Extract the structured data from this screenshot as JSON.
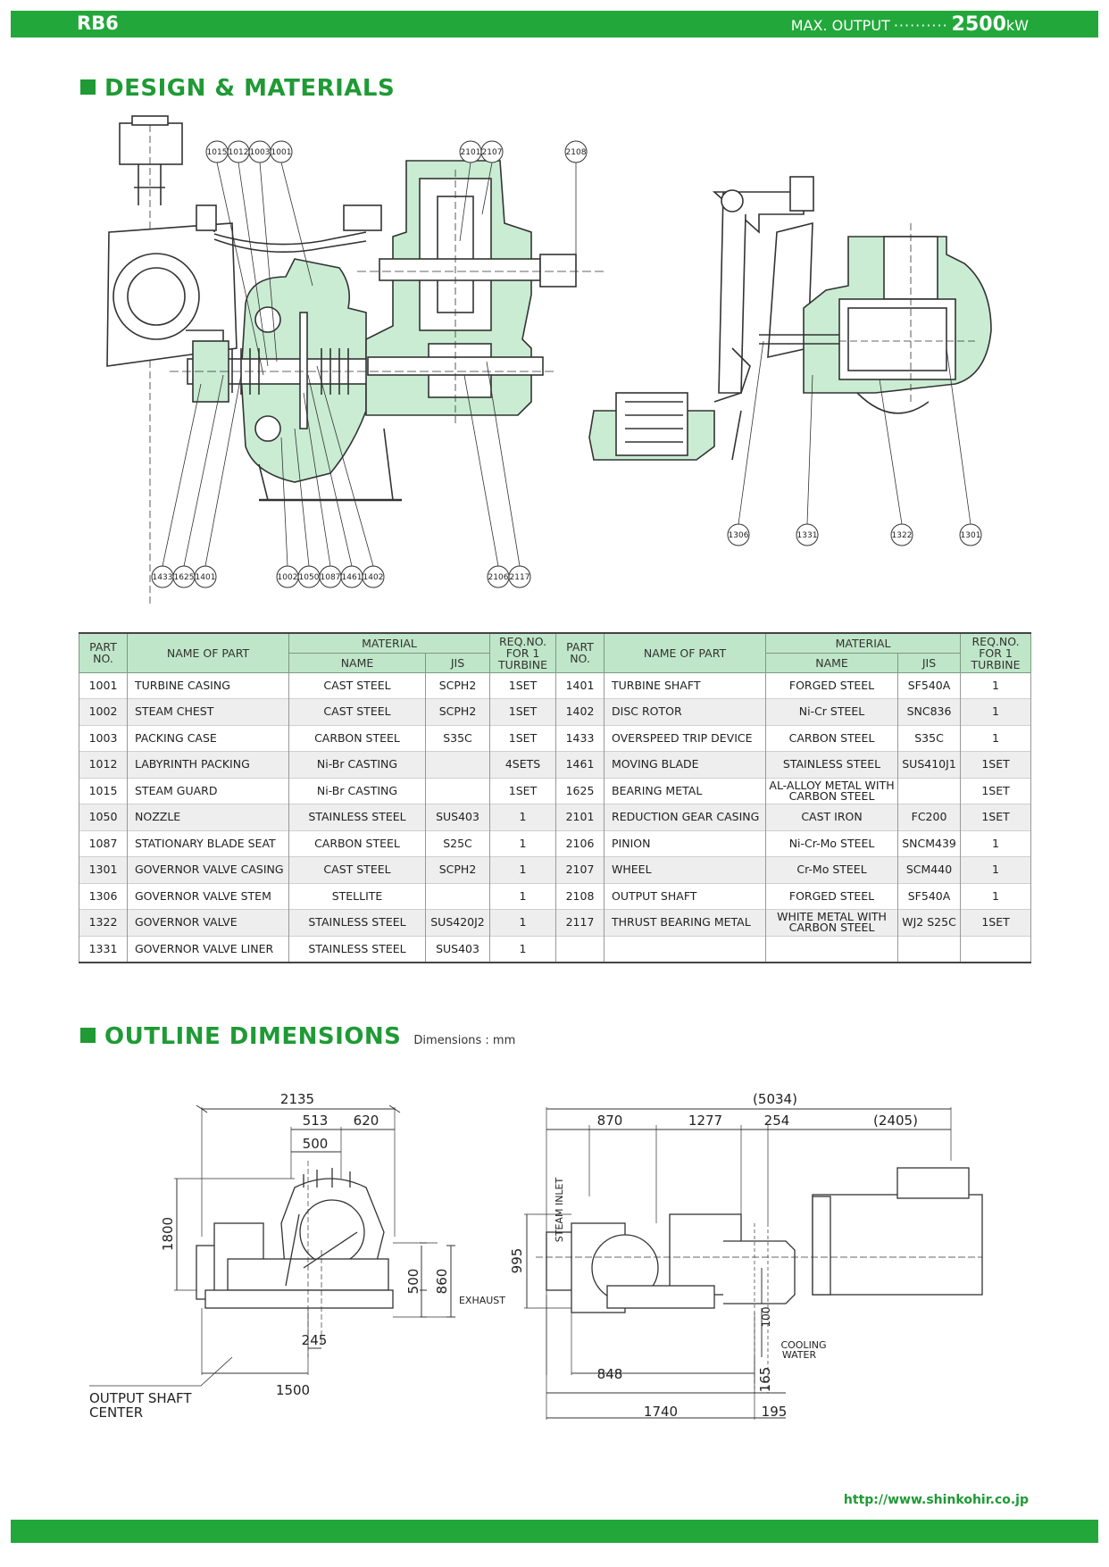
{
  "header": {
    "model": "RB6",
    "output_label": "MAX. OUTPUT",
    "output_dots": "··········",
    "output_value": "2500",
    "output_unit": "kW"
  },
  "sections": {
    "design": "DESIGN & MATERIALS",
    "outline": "OUTLINE DIMENSIONS",
    "outline_note": "Dimensions : mm"
  },
  "callouts": {
    "top_left": [
      "1015",
      "1012",
      "1003",
      "1001"
    ],
    "top_mid": [
      "2101",
      "2107"
    ],
    "top_right": [
      "2108"
    ],
    "bottom_left": [
      "1433",
      "1625",
      "1401"
    ],
    "bottom_mid": [
      "1002",
      "1050",
      "1087",
      "1461",
      "1402"
    ],
    "bottom_right": [
      "2106",
      "2117"
    ],
    "side_view": [
      "1306",
      "1331",
      "1322",
      "1301"
    ]
  },
  "table": {
    "headers": {
      "part_no": "PART NO.",
      "name_of_part": "NAME OF PART",
      "material": "MATERIAL",
      "name": "NAME",
      "jis": "JIS",
      "req": "REQ.NO. FOR 1 TURBINE"
    },
    "left": [
      {
        "no": "1001",
        "name": "TURBINE CASING",
        "mat": "CAST STEEL",
        "jis": "SCPH2",
        "req": "1SET"
      },
      {
        "no": "1002",
        "name": "STEAM CHEST",
        "mat": "CAST STEEL",
        "jis": "SCPH2",
        "req": "1SET"
      },
      {
        "no": "1003",
        "name": "PACKING CASE",
        "mat": "CARBON STEEL",
        "jis": "S35C",
        "req": "1SET"
      },
      {
        "no": "1012",
        "name": "LABYRINTH PACKING",
        "mat": "Ni-Br CASTING",
        "jis": "",
        "req": "4SETS"
      },
      {
        "no": "1015",
        "name": "STEAM GUARD",
        "mat": "Ni-Br CASTING",
        "jis": "",
        "req": "1SET"
      },
      {
        "no": "1050",
        "name": "NOZZLE",
        "mat": "STAINLESS STEEL",
        "jis": "SUS403",
        "req": "1"
      },
      {
        "no": "1087",
        "name": "STATIONARY BLADE SEAT",
        "mat": "CARBON STEEL",
        "jis": "S25C",
        "req": "1"
      },
      {
        "no": "1301",
        "name": "GOVERNOR VALVE CASING",
        "mat": "CAST STEEL",
        "jis": "SCPH2",
        "req": "1"
      },
      {
        "no": "1306",
        "name": "GOVERNOR VALVE STEM",
        "mat": "STELLITE",
        "jis": "",
        "req": "1"
      },
      {
        "no": "1322",
        "name": "GOVERNOR VALVE",
        "mat": "STAINLESS STEEL",
        "jis": "SUS420J2",
        "req": "1"
      },
      {
        "no": "1331",
        "name": "GOVERNOR VALVE LINER",
        "mat": "STAINLESS STEEL",
        "jis": "SUS403",
        "req": "1"
      }
    ],
    "right": [
      {
        "no": "1401",
        "name": "TURBINE SHAFT",
        "mat": "FORGED STEEL",
        "jis": "SF540A",
        "req": "1"
      },
      {
        "no": "1402",
        "name": "DISC ROTOR",
        "mat": "Ni-Cr STEEL",
        "jis": "SNC836",
        "req": "1"
      },
      {
        "no": "1433",
        "name": "OVERSPEED TRIP DEVICE",
        "mat": "CARBON STEEL",
        "jis": "S35C",
        "req": "1"
      },
      {
        "no": "1461",
        "name": "MOVING BLADE",
        "mat": "STAINLESS STEEL",
        "jis": "SUS410J1",
        "req": "1SET"
      },
      {
        "no": "1625",
        "name": "BEARING METAL",
        "mat": "AL-ALLOY METAL WITH CARBON STEEL",
        "jis": "",
        "req": "1SET"
      },
      {
        "no": "2101",
        "name": "REDUCTION GEAR CASING",
        "mat": "CAST IRON",
        "jis": "FC200",
        "req": "1SET"
      },
      {
        "no": "2106",
        "name": "PINION",
        "mat": "Ni-Cr-Mo STEEL",
        "jis": "SNCM439",
        "req": "1"
      },
      {
        "no": "2107",
        "name": "WHEEL",
        "mat": "Cr-Mo STEEL",
        "jis": "SCM440",
        "req": "1"
      },
      {
        "no": "2108",
        "name": "OUTPUT SHAFT",
        "mat": "FORGED STEEL",
        "jis": "SF540A",
        "req": "1"
      },
      {
        "no": "2117",
        "name": "THRUST BEARING METAL",
        "mat": "WHITE METAL WITH CARBON STEEL",
        "jis": "WJ2 S25C",
        "req": "1SET"
      },
      {
        "no": "",
        "name": "",
        "mat": "",
        "jis": "",
        "req": ""
      }
    ]
  },
  "dims_left": {
    "overall_w": "2135",
    "d513": "513",
    "d620": "620",
    "d500": "500",
    "height": "1800",
    "h860": "860",
    "h500": "500",
    "d245": "245",
    "d1500": "1500",
    "exhaust": "EXHAUST",
    "shaft_center_1": "OUTPUT SHAFT",
    "shaft_center_2": "CENTER"
  },
  "dims_right": {
    "overall": "(5034)",
    "d870": "870",
    "d1277": "1277",
    "d254": "254",
    "d2405": "(2405)",
    "h995": "995",
    "d848": "848",
    "d1740": "1740",
    "h165": "165",
    "d195": "195",
    "h100": "100",
    "steam_inlet": "STEAM INLET",
    "cooling_1": "COOLING",
    "cooling_2": "WATER"
  },
  "footer": {
    "url": "http://www.shinkohir.co.jp"
  },
  "colors": {
    "green_bar": "#22a83a",
    "green_text": "#1f9a35",
    "casing_fill": "#c9ecd3",
    "table_header": "#bfe6c8"
  }
}
